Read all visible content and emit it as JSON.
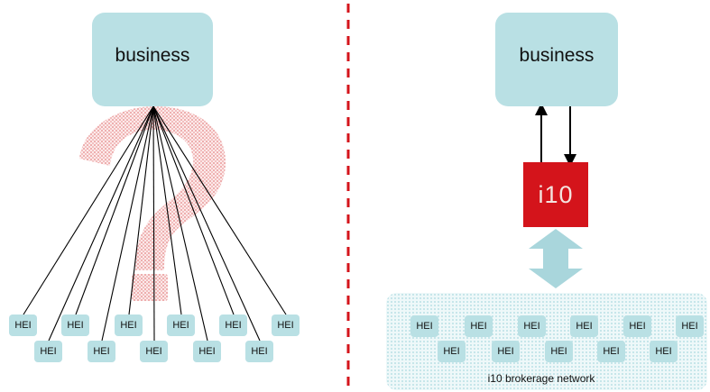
{
  "left": {
    "business_label": "business",
    "hei_top": [
      "HEI",
      "HEI",
      "HEI",
      "HEI",
      "HEI",
      "HEI"
    ],
    "hei_bottom": [
      "HEI",
      "HEI",
      "HEI",
      "HEI",
      "HEI"
    ],
    "question_mark_color": "#e05a5a"
  },
  "right": {
    "business_label": "business",
    "broker_label": "i10",
    "hei_top": [
      "HEI",
      "HEI",
      "HEI",
      "HEI",
      "HEI",
      "HEI"
    ],
    "hei_bottom": [
      "HEI",
      "HEI",
      "HEI",
      "HEI",
      "HEI"
    ],
    "network_label": "i10 brokerage network"
  },
  "colors": {
    "box_fill": "#b9e0e4",
    "divider": "#d4141b",
    "broker_fill": "#d4141b",
    "double_arrow": "#a9d6dc"
  }
}
